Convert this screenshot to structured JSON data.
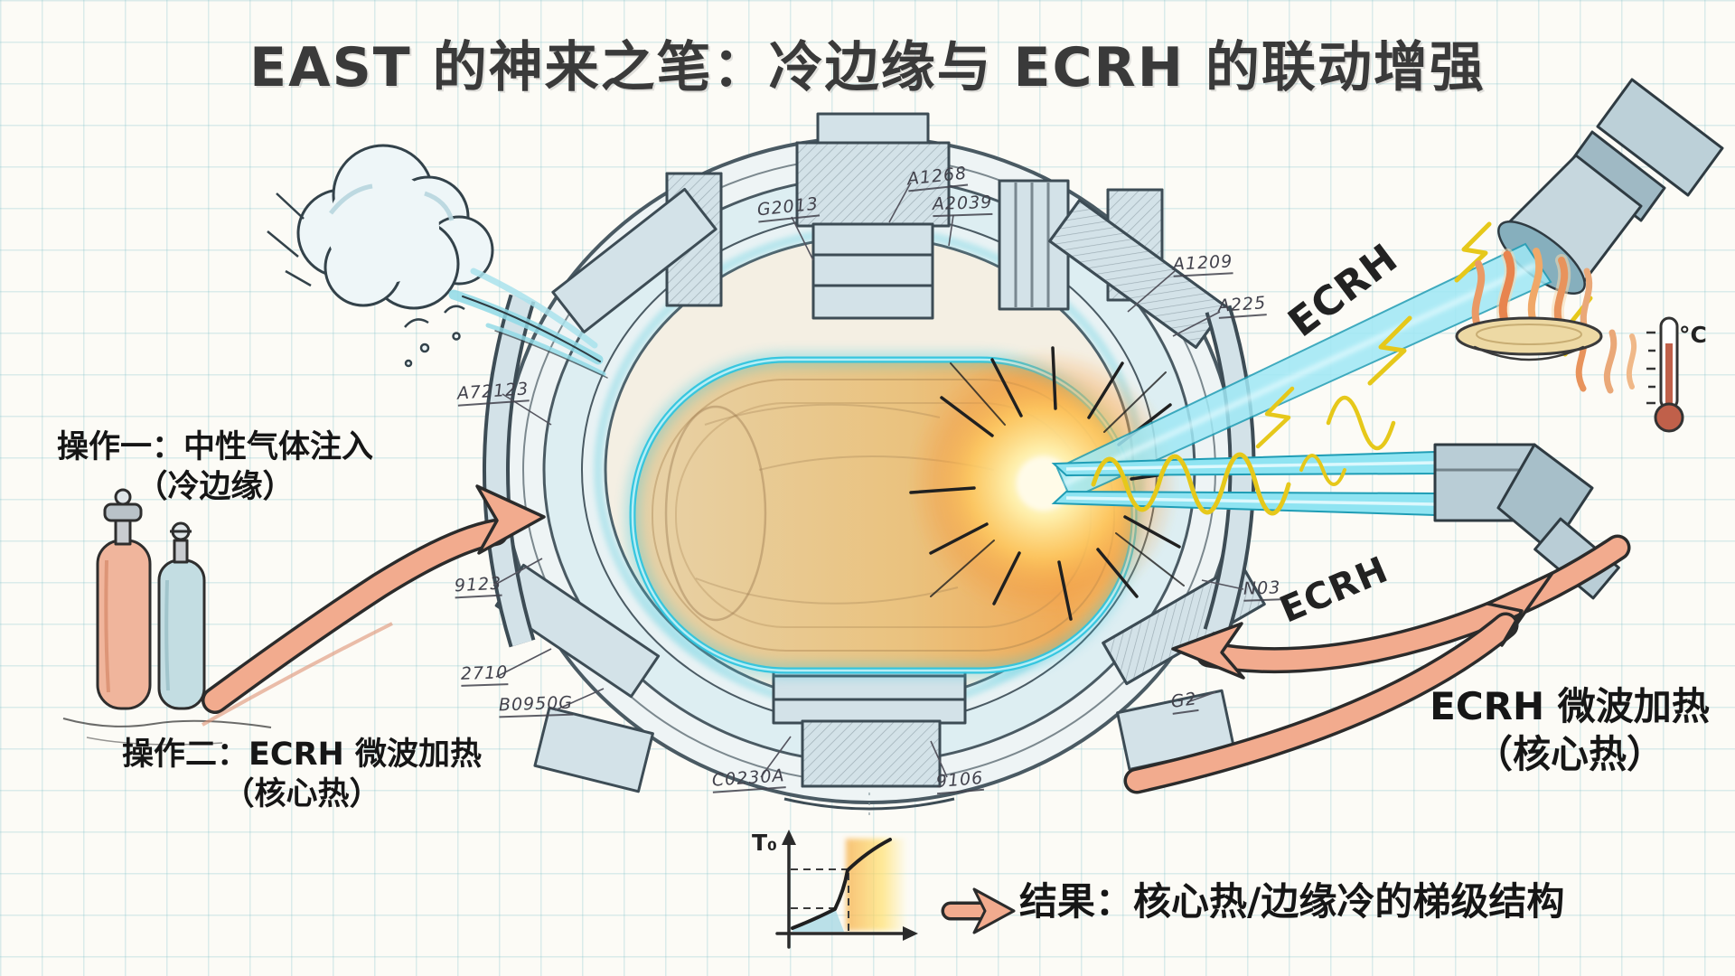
{
  "title": "EAST 的神来之笔：冷边缘与 ECRH 的联动增强",
  "labels": {
    "op1_line1": "操作一：中性气体注入",
    "op1_line2": "（冷边缘）",
    "op2_line1": "操作二：ECRH 微波加热",
    "op2_line2": "（核心热）",
    "ecrh_top": "ECRH",
    "ecrh_mid": "ECRH",
    "ecrh_right_line1": "ECRH 微波加热",
    "ecrh_right_line2": "（核心热）",
    "result": "结果：核心热/边缘冷的梯级结构",
    "thermometer_unit": "°C",
    "graph_axis": "T₀"
  },
  "part_labels": [
    {
      "text": "A72123"
    },
    {
      "text": "G2013"
    },
    {
      "text": "A1268"
    },
    {
      "text": "A2039"
    },
    {
      "text": "A1209"
    },
    {
      "text": "A225"
    },
    {
      "text": "9123"
    },
    {
      "text": "2710"
    },
    {
      "text": "B0950G"
    },
    {
      "text": "C0230A"
    },
    {
      "text": "9106"
    },
    {
      "text": "N03"
    },
    {
      "text": "G2"
    }
  ],
  "profile_graph": {
    "type": "line",
    "ylabel": "T₀",
    "description": "核心热/边缘冷的温度梯级剖面：边缘低温缓升，台基陡升，核心高温",
    "points": [
      {
        "x": 0.0,
        "y": 0.08
      },
      {
        "x": 0.35,
        "y": 0.25
      },
      {
        "x": 0.45,
        "y": 0.62
      },
      {
        "x": 0.8,
        "y": 0.92
      }
    ],
    "dashed_levels": [
      0.25,
      0.62
    ],
    "edge_zone_color": "#a9d9e5",
    "core_zone_color": "#ffd24e"
  },
  "colors": {
    "paper": "#fcfbf6",
    "grid": "#78bec8",
    "ink": "#2b2b2b",
    "salmon_arrow": "#f2ab8e",
    "beam_cyan": "#9fe8f5",
    "plasma_edge_cyan": "#2fc4de",
    "plasma_core_orange": "#f0a54e",
    "lightning_yellow": "#e6c81a",
    "structure_gray": "#d3e2e8"
  }
}
